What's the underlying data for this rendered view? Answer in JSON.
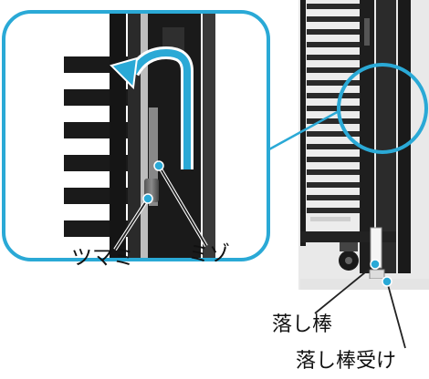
{
  "labels": {
    "tsumami": "ツマミ",
    "mizo": "ミゾ",
    "otoshibou": "落し棒",
    "otoshibou_uke": "落し棒受け"
  },
  "colors": {
    "callout_ring": "#2aa9d6",
    "dark_frame": "#1f1f1f",
    "louver_light": "#f2f2f2",
    "background": "#ffffff"
  }
}
